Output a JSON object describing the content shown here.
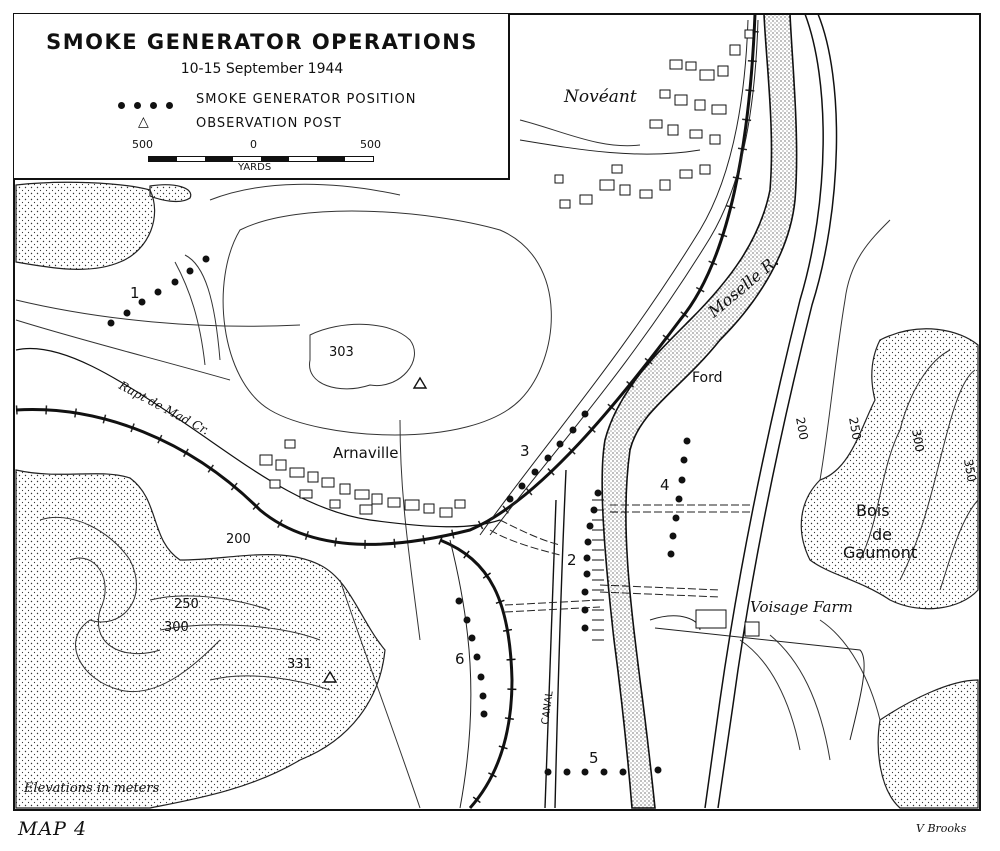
{
  "legend": {
    "title": "SMOKE GENERATOR OPERATIONS",
    "date": "10-15 September 1944",
    "smoke_label": "SMOKE GENERATOR POSITION",
    "op_label": "OBSERVATION POST",
    "scale_left": "500",
    "scale_mid": "0",
    "scale_right": "500",
    "scale_unit": "YARDS"
  },
  "places": {
    "noveant": "Novéant",
    "arnaville": "Arnaville",
    "moselle": "Moselle R.",
    "rupt": "Rupt de Mad Cr.",
    "ford": "Ford",
    "bois1": "Bois",
    "bois2": "de",
    "bois3": "Gaumont",
    "voisage": "Voisage Farm",
    "canal": "CANAL"
  },
  "elevations": {
    "e303": "303",
    "e331": "331",
    "c200a": "200",
    "c250a": "250",
    "c300a": "300",
    "c200b": "200",
    "c250b": "250",
    "c300b": "300",
    "c350b": "350"
  },
  "positions": {
    "p1": "1",
    "p2": "2",
    "p3": "3",
    "p4": "4",
    "p5": "5",
    "p6": "6"
  },
  "notes": {
    "elev": "Elevations in meters",
    "map_caption": "MAP 4",
    "credit": "V Brooks"
  }
}
